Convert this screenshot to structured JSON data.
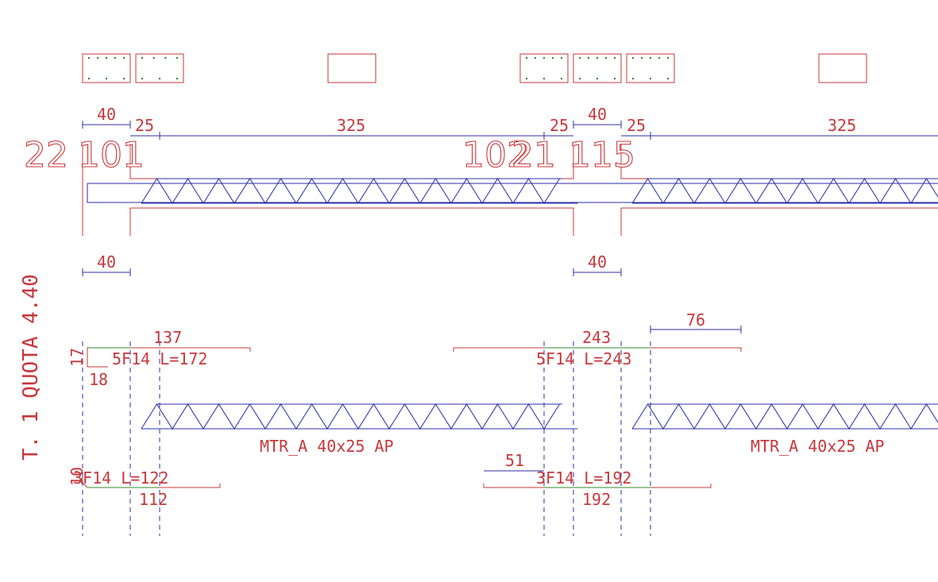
{
  "vertical_label": "T. 1 QUOTA  4.40",
  "node_labels": [
    "22",
    "101",
    "102",
    "21",
    "115"
  ],
  "dims_top": {
    "d40a": "40",
    "d25a": "25",
    "d325a": "325",
    "d25b": "25",
    "d40b": "40",
    "d25c": "25",
    "d325b": "325"
  },
  "dims_mid": {
    "d40c": "40",
    "d40d": "40"
  },
  "rebar_labels": {
    "top_left_len": "137",
    "top_left": "5F14  L=172",
    "hook_17": "17",
    "hook_18": "18",
    "top_mid_len": "243",
    "top_mid": "5F14  L=243",
    "top_right_len": "76",
    "bot_left": "3F14  L=122",
    "bot_left_len": "112",
    "hook_10": "10",
    "bot_mid_len_a": "51",
    "bot_mid": "3F14  L=192",
    "bot_mid_len": "192"
  },
  "beam_labels": {
    "left": "MTR_A 40x25 AP",
    "right": "MTR_A 40x25 AP"
  },
  "colors": {
    "red": "#c8373b",
    "blue": "#2c2ca8",
    "green": "#2e8b2e"
  }
}
